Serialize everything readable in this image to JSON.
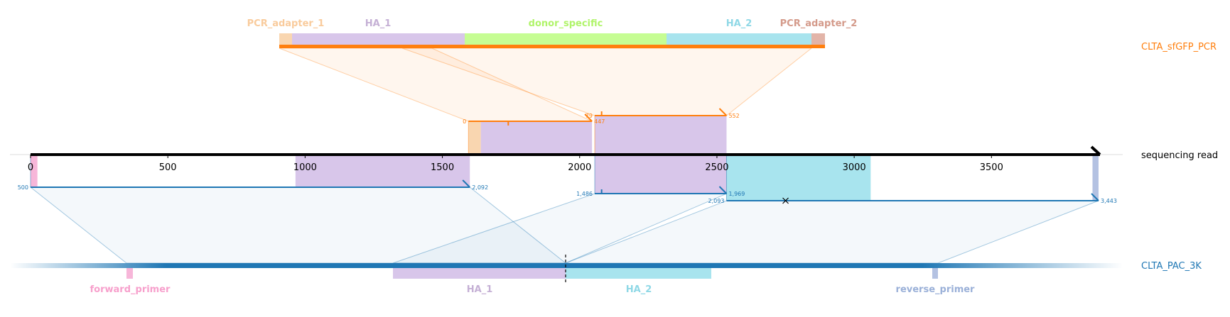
{
  "colors": {
    "orange": "#ff7f0e",
    "blue": "#1f77b4",
    "pcr_adapter_1": "#f9d6b0",
    "pcr_adapter_2": "#e2b4a8",
    "ha_1": "#d8c6ea",
    "donor_specific": "#c6fd93",
    "ha_2": "#a8e4ee",
    "forward_primer": "#f7b6d9",
    "reverse_primer": "#b4c2e2",
    "label_pcr_adapter_1": "#f9cb9c",
    "label_ha_1": "#c5b0d5",
    "label_donor_specific": "#b0f46a",
    "label_ha_2": "#8fd8e6",
    "label_pcr_adapter_2": "#d49a8a",
    "label_forward_primer": "#f7a0cc",
    "label_reverse_primer": "#9ab0d8"
  },
  "targets": {
    "donor": {
      "name": "CLTA_sfGFP_PCR",
      "features": [
        {
          "name": "PCR_adapter_1",
          "color_key": "pcr_adapter_1",
          "label_color_key": "label_pcr_adapter_1"
        },
        {
          "name": "HA_1",
          "color_key": "ha_1",
          "label_color_key": "label_ha_1"
        },
        {
          "name": "donor_specific",
          "color_key": "donor_specific",
          "label_color_key": "label_donor_specific"
        },
        {
          "name": "HA_2",
          "color_key": "ha_2",
          "label_color_key": "label_ha_2"
        },
        {
          "name": "PCR_adapter_2",
          "color_key": "pcr_adapter_2",
          "label_color_key": "label_pcr_adapter_2"
        }
      ]
    },
    "genome": {
      "name": "CLTA_PAC_3K",
      "features": [
        {
          "name": "forward_primer",
          "color_key": "forward_primer",
          "label_color_key": "label_forward_primer"
        },
        {
          "name": "HA_1",
          "color_key": "ha_1",
          "label_color_key": "label_ha_1"
        },
        {
          "name": "HA_2",
          "color_key": "ha_2",
          "label_color_key": "label_ha_2"
        },
        {
          "name": "reverse_primer",
          "color_key": "reverse_primer",
          "label_color_key": "label_reverse_primer"
        }
      ]
    }
  },
  "read": {
    "label": "sequencing read",
    "length": 3890,
    "axis_ticks": [
      0,
      500,
      1000,
      1500,
      2000,
      2500,
      3000,
      3500
    ]
  },
  "alignments": {
    "donor": [
      {
        "read_start": 1595,
        "read_end": 2045,
        "start_label": "0",
        "end_label": "447",
        "level": 0,
        "feature_spans": [
          [
            1595,
            1640,
            "pcr_adapter_1"
          ],
          [
            1640,
            2045,
            "ha_1"
          ]
        ]
      },
      {
        "read_start": 2055,
        "read_end": 2535,
        "start_label": "79",
        "end_label": "552",
        "level": 1,
        "feature_spans": [
          [
            2055,
            2535,
            "ha_1"
          ]
        ]
      }
    ],
    "genome": [
      {
        "read_start": 0,
        "read_end": 1600,
        "start_label": "500",
        "end_label": "2,092",
        "level": 0,
        "feature_spans": [
          [
            0,
            25,
            "forward_primer"
          ],
          [
            965,
            1600,
            "ha_1"
          ]
        ]
      },
      {
        "read_start": 2055,
        "read_end": 2535,
        "start_label": "1,486",
        "end_label": "1,969",
        "level": 1,
        "feature_spans": [
          [
            2055,
            2535,
            "ha_1"
          ]
        ]
      },
      {
        "read_start": 2535,
        "read_end": 3890,
        "start_label": "2,093",
        "end_label": "3,443",
        "level": 2,
        "feature_spans": [
          [
            2535,
            3060,
            "ha_2"
          ],
          [
            3868,
            3890,
            "reverse_primer"
          ]
        ]
      }
    ]
  }
}
